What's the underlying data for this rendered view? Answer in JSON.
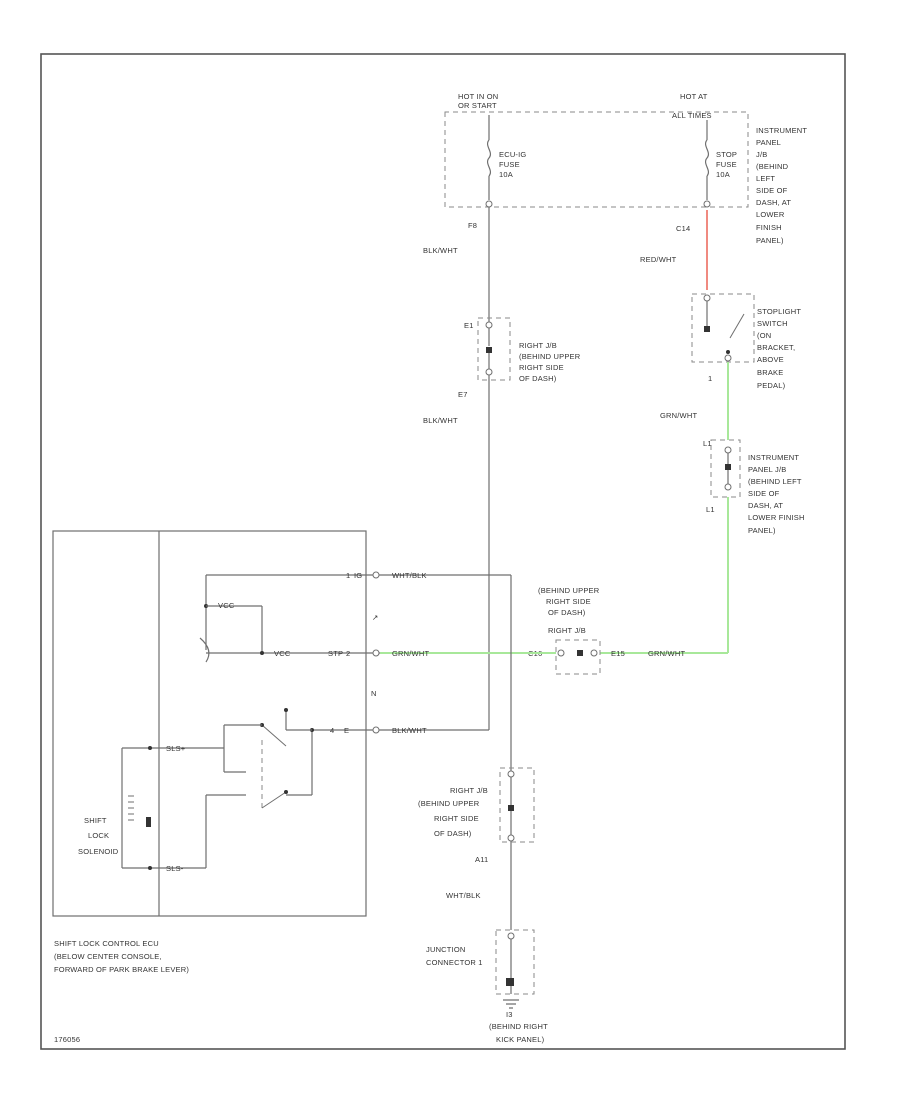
{
  "colors": {
    "wire": "#6f6f6f",
    "red_wire": "#f08a80",
    "green_wire": "#a8e89a",
    "frame": "#555555"
  },
  "power": {
    "hot_ign": [
      "HOT IN ON",
      "OR START"
    ],
    "hot_all": [
      "HOT AT",
      "ALL TIMES"
    ],
    "ecu_ig_fuse": [
      "ECU-IG",
      "FUSE",
      "10A"
    ],
    "stop_fuse": [
      "STOP",
      "FUSE",
      "10A"
    ],
    "ip_jb_label": [
      "INSTRUMENT",
      "PANEL",
      "J/B",
      "(BEHIND",
      "LEFT",
      "SIDE OF",
      "DASH, AT",
      "LOWER",
      "FINISH",
      "PANEL)"
    ]
  },
  "connectors": {
    "f8": "F8",
    "c14": "C14",
    "e1": "E1",
    "e7": "E7",
    "one": "1",
    "l1_top": "L1",
    "l1": "L1",
    "c16": "C16",
    "e15": "E15",
    "a11": "A11",
    "n": "N"
  },
  "wires": {
    "blk_wht_1": "BLK/WHT",
    "red_wht": "RED/WHT",
    "blk_wht_2": "BLK/WHT",
    "grn_wht_1": "GRN/WHT",
    "grn_wht_2": "GRN/WHT",
    "grn_wht_3": "GRN/WHT",
    "wht_blk_1": "WHT/BLK",
    "blk_wht_3": "BLK/WHT",
    "wht_blk_2": "WHT/BLK"
  },
  "labels": {
    "right_jb_1": [
      "RIGHT J/B",
      "(BEHIND UPPER",
      "RIGHT SIDE",
      "OF DASH)"
    ],
    "stoplight_switch": [
      "STOPLIGHT",
      "SWITCH",
      "(ON",
      "BRACKET,",
      "ABOVE",
      "BRAKE",
      "PEDAL)"
    ],
    "ip_jb_2": [
      "INSTRUMENT",
      "PANEL J/B",
      "(BEHIND LEFT",
      "SIDE OF",
      "DASH, AT",
      "LOWER FINISH",
      "PANEL)"
    ],
    "right_jb_2": [
      "(BEHIND UPPER",
      "RIGHT SIDE",
      "OF DASH)",
      "RIGHT J/B"
    ],
    "right_jb_3": [
      "RIGHT J/B",
      "(BEHIND UPPER",
      "RIGHT SIDE",
      "OF DASH)"
    ],
    "junction_connector": [
      "JUNCTION",
      "CONNECTOR 1"
    ],
    "ground": [
      "I3",
      "(BEHIND RIGHT",
      "KICK PANEL)"
    ]
  },
  "ecu": {
    "pins": [
      "IG",
      "STP",
      "E"
    ],
    "pin_numbers": [
      "1",
      "2",
      "4"
    ],
    "internal": [
      "VCC",
      "VCC"
    ],
    "sl_plus": "SLS+",
    "sl_minus": "SLS-",
    "solenoid": [
      "SHIFT",
      "LOCK",
      "SOLENOID"
    ],
    "caption": [
      "SHIFT LOCK CONTROL ECU",
      "(BELOW CENTER CONSOLE,",
      "FORWARD OF PARK BRAKE LEVER)"
    ]
  },
  "page_id": "176056"
}
